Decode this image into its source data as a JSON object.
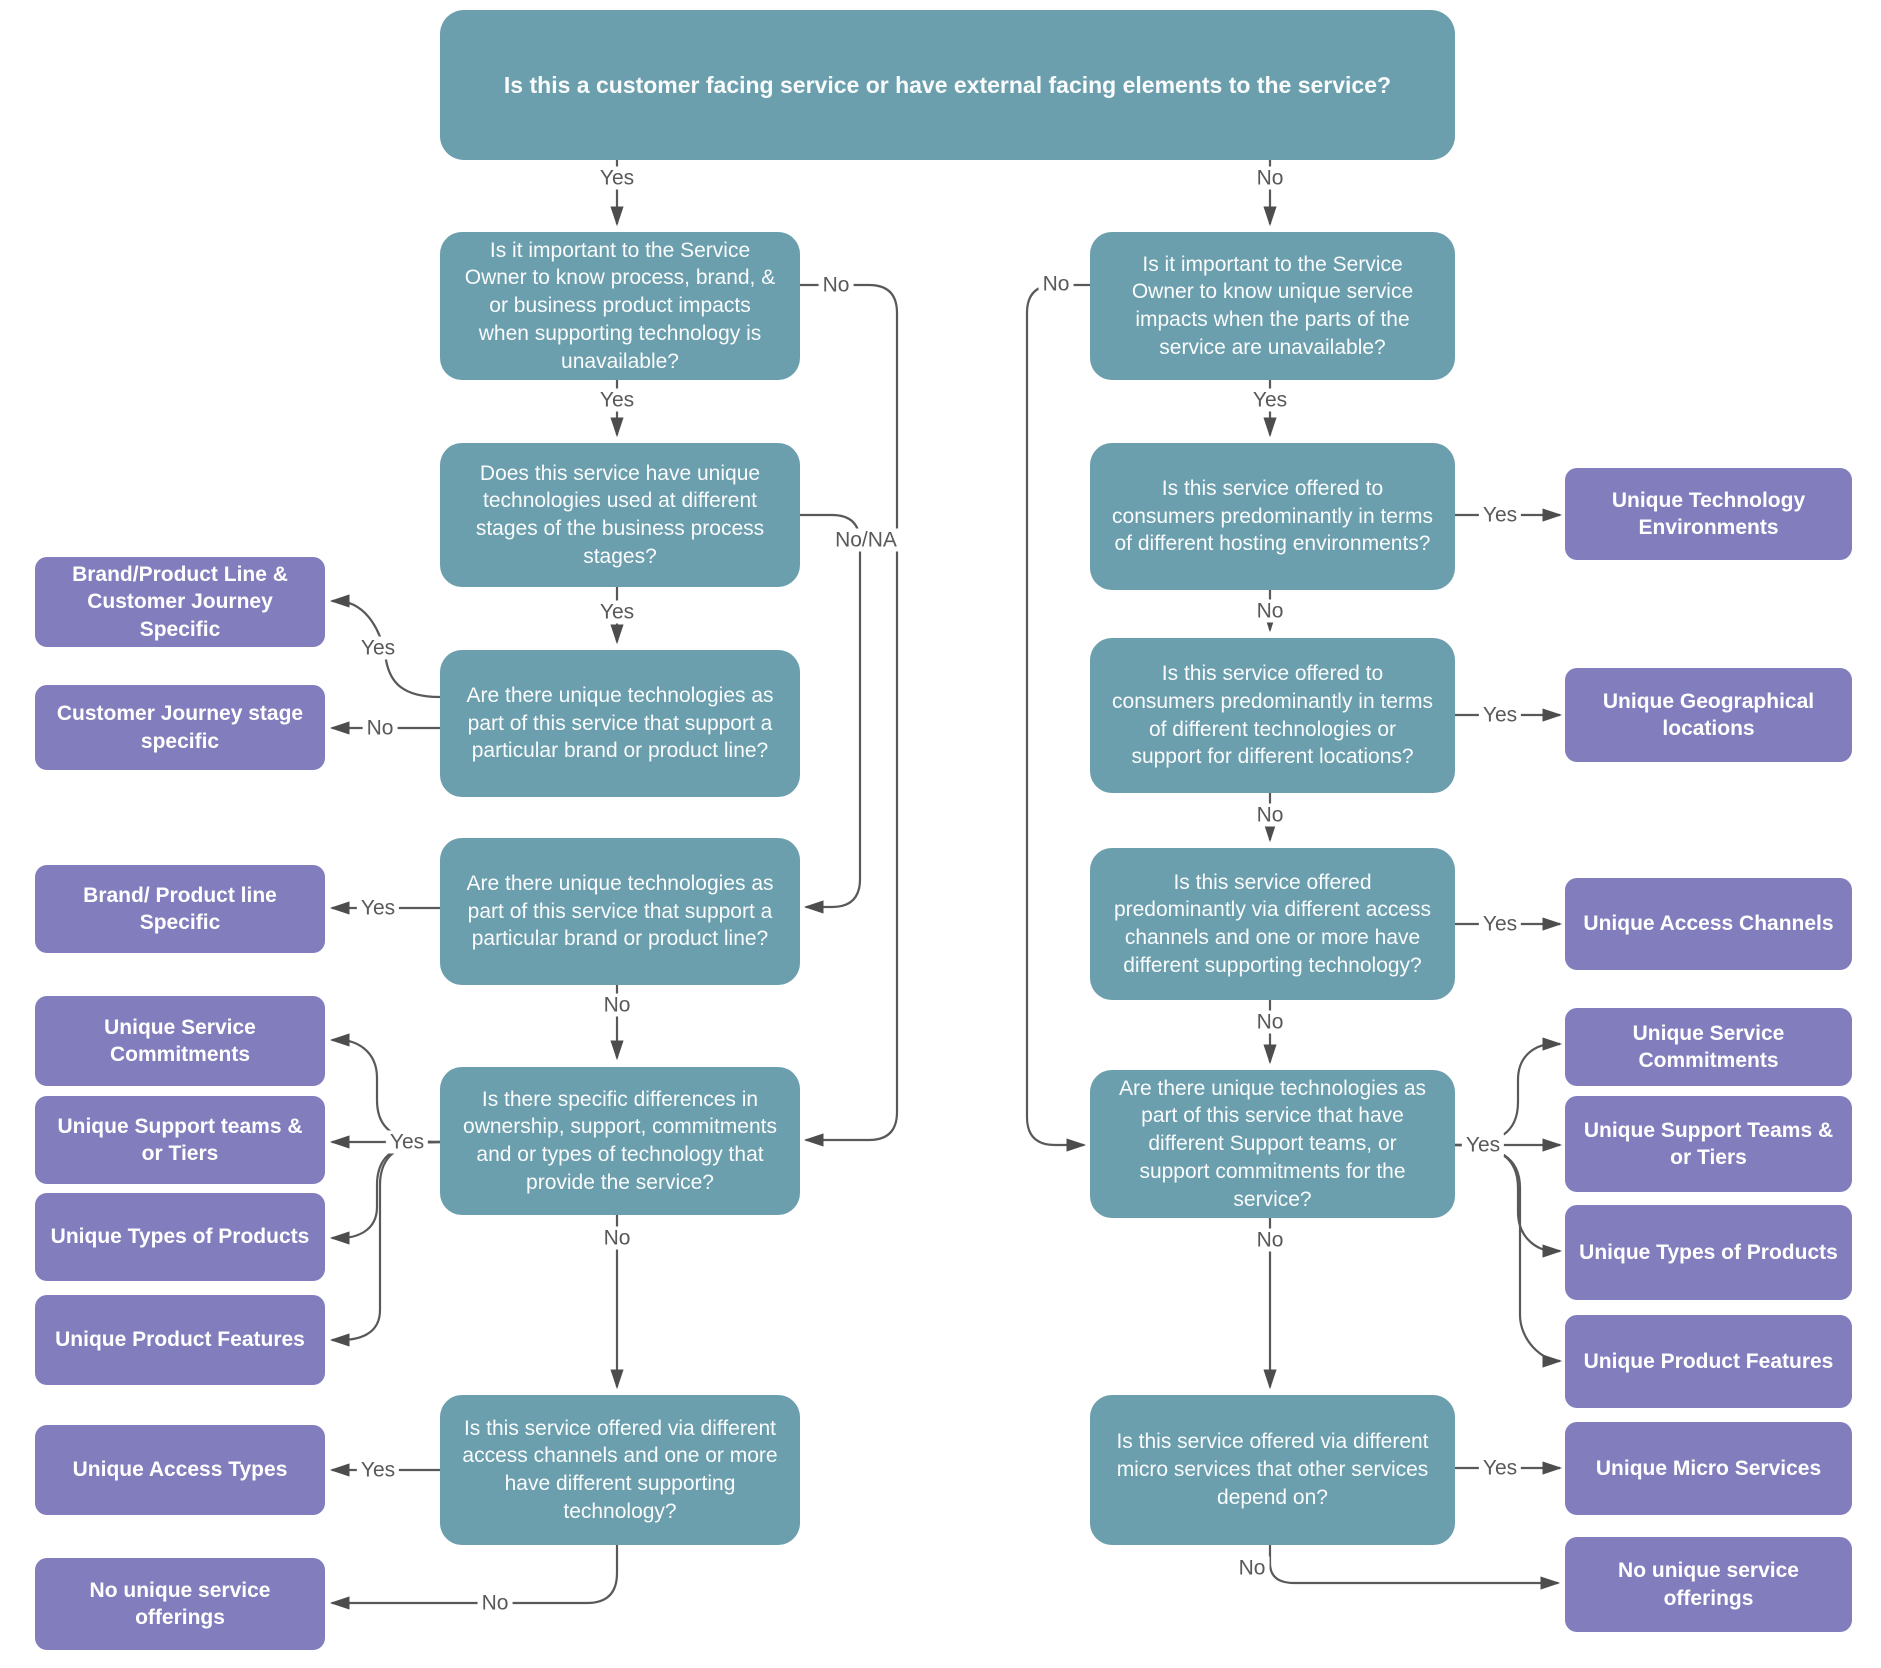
{
  "colors": {
    "question_fill": "#6C9FAD",
    "outcome_fill": "#827DBD",
    "line": "#595959",
    "label_text": "#595959",
    "box_text": "#FFFFFF"
  },
  "nodes": {
    "root": "Is this a customer facing service or have external facing elements to the service?",
    "left_owner_impacts": "Is it important to the Service Owner to know process, brand, & or business product impacts when supporting technology is unavailable?",
    "left_stage_tech": "Does this service have unique technologies used at different stages of the business process stages?",
    "left_brand_tech_a": "Are there unique technologies as part of this service that support a particular brand or product line?",
    "left_brand_tech_b": "Are there unique technologies as part of this service that support a particular brand or product line?",
    "left_ownership_diff": "Is there specific differences in ownership, support, commitments and or types of technology that provide the service?",
    "left_access_channels": "Is this service offered via different access channels and one or more have different supporting technology?",
    "right_owner_impacts": "Is it important to the Service Owner to know unique service impacts when the parts of the service are unavailable?",
    "right_hosting_env": "Is this service offered to consumers predominantly in terms of different hosting environments?",
    "right_tech_locations": "Is this service offered to consumers predominantly in terms of different technologies or support for different locations?",
    "right_access_channels": "Is this service offered predominantly via different access channels and one or more have different supporting technology?",
    "right_support_teams": "Are there unique technologies as part of this service that have different Support teams, or support commitments for the service?",
    "right_micro_services": "Is this service offered via different micro services that other services depend on?"
  },
  "outcomes": {
    "brand_line_customer_journey": "Brand/Product Line & Customer Journey Specific",
    "customer_journey_stage": "Customer Journey stage specific",
    "brand_product_line": "Brand/ Product line Specific",
    "left_service_commitments": "Unique Service Commitments",
    "left_support_teams": "Unique Support teams & or Tiers",
    "left_types_products": "Unique Types of Products",
    "left_product_features": "Unique Product Features",
    "access_types": "Unique Access Types",
    "left_no_unique": "No unique service offerings",
    "tech_environments": "Unique Technology Environments",
    "geo_locations": "Unique Geographical locations",
    "access_channels": "Unique Access Channels",
    "right_service_commitments": "Unique Service Commitments",
    "right_support_teams": "Unique Support Teams & or Tiers",
    "right_types_products": "Unique Types of Products",
    "right_product_features": "Unique Product Features",
    "micro_services": "Unique Micro Services",
    "right_no_unique": "No unique service offerings"
  },
  "edge_labels": {
    "root_yes": "Yes",
    "root_no": "No",
    "l1_yes": "Yes",
    "l1_no": "No",
    "l2_yes": "Yes",
    "l2_nona": "No/NA",
    "l3_yes": "Yes",
    "l3_no": "No",
    "l4_yes": "Yes",
    "l4_no": "No",
    "l5_yes": "Yes",
    "l5_no": "No",
    "l6_yes": "Yes",
    "l6_no": "No",
    "r1_yes": "Yes",
    "r1_no": "No",
    "r2_yes": "Yes",
    "r2_no": "No",
    "r3_yes": "Yes",
    "r3_no": "No",
    "r4_yes": "Yes",
    "r4_no": "No",
    "r5_yes": "Yes",
    "r5_no": "No",
    "r6_yes": "Yes",
    "r6_no": "No"
  }
}
